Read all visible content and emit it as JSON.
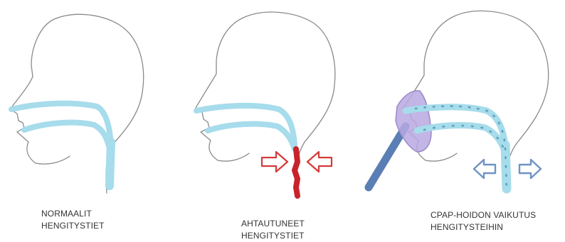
{
  "panels": [
    {
      "id": "normal",
      "caption": [
        "NORMAALIT",
        "HENGITYSTIET"
      ]
    },
    {
      "id": "narrowed",
      "caption": [
        "AHTAUTUNEET",
        "HENGITYSTIET"
      ]
    },
    {
      "id": "cpap",
      "caption": [
        "CPAP-HOIDON VAIKUTUS",
        "HENGITYSTEIHIN"
      ]
    }
  ],
  "colors": {
    "outline": "#8a8a8a",
    "airway": "#a6dceb",
    "airway_dots": "#5f9fb8",
    "obstruction": "#c8232b",
    "arrow_red": "#d43a3a",
    "arrow_blue": "#6f93c4",
    "mask_fill": "#b8a8e0",
    "mask_stroke": "#9b8acb",
    "tube": "#5b7fb4"
  }
}
